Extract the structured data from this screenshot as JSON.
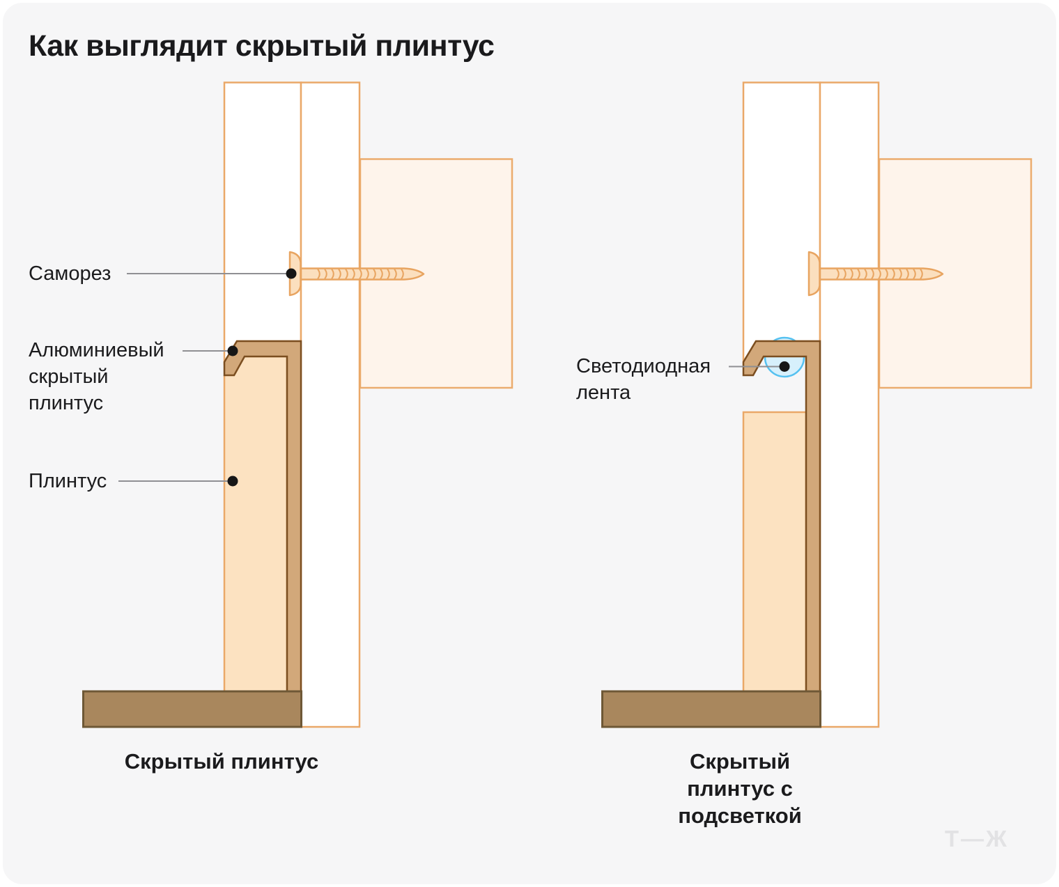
{
  "title": "Как выглядит скрытый плинтус",
  "watermark": "Т—Ж",
  "colors": {
    "card_background": "#F6F6F7",
    "outline_orange": "#EAA868",
    "wall_fill": "#FFFFFF",
    "concrete_fill": "#FEF4EB",
    "screw_fill": "#FBDFBE",
    "plinth_fill": "#FCE2C1",
    "profile_fill": "#D2A87A",
    "profile_stroke": "#7B4E20",
    "floor_fill": "#A9875D",
    "floor_stroke": "#6E5836",
    "led_fill": "#D7F0FC",
    "led_stroke": "#55C1F0",
    "leader_line": "#8F8F93",
    "text": "#1B1B1D",
    "watermark_color": "#E2E2E4"
  },
  "diagram_left": {
    "caption": "Скрытый плинтус",
    "labels": {
      "screw": "Саморез",
      "aluminum_profile": "Алюминиевый скрытый плинтус",
      "plinth": "Плинтус"
    }
  },
  "diagram_right": {
    "caption": "Скрытый плинтус с подсветкой",
    "labels": {
      "led_strip": "Светодиодная лента"
    }
  }
}
